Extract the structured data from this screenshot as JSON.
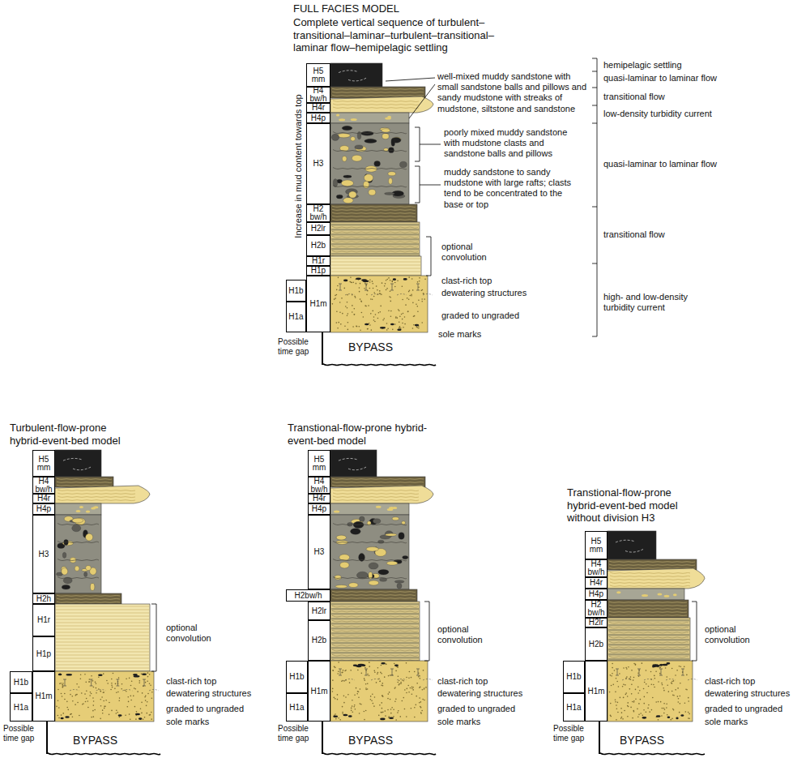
{
  "diagram": {
    "title": "FULL FACIES MODEL",
    "nodes": [
      {
        "text": [
          "H5 mm"
        ]
      },
      {
        "text": [
          "H4 bw/h"
        ]
      },
      {
        "text": [
          "H4r"
        ]
      },
      {
        "text": [
          "H4p"
        ]
      },
      {
        "text": [
          "H3"
        ]
      },
      {
        "text": [
          "H2 bw/h"
        ]
      },
      {
        "text": [
          "H2lr"
        ]
      },
      {
        "text": [
          "H2b"
        ]
      },
      {
        "text": [
          "H1r"
        ]
      },
      {
        "text": [
          "H1p"
        ]
      },
      {
        "text": [
          "H1b"
        ]
      },
      {
        "text": [
          "H1m"
        ]
      },
      {
        "text": [
          "H1a"
        ]
      },
      {
        "text": [
          "H5 mm"
        ]
      },
      {
        "text": [
          "H4 bw/h"
        ]
      },
      {
        "text": [
          "H4r"
        ]
      },
      {
        "text": [
          "H4p"
        ]
      },
      {
        "text": [
          "H3"
        ]
      },
      {
        "text": [
          "H2h"
        ]
      },
      {
        "text": [
          "H1r"
        ]
      },
      {
        "text": [
          "H1p"
        ]
      },
      {
        "text": [
          "H1b"
        ]
      },
      {
        "text": [
          "H1m"
        ]
      },
      {
        "text": [
          "H1a"
        ]
      },
      {
        "text": [
          "H5 mm"
        ]
      },
      {
        "text": [
          "H4 bw/h"
        ]
      },
      {
        "text": [
          "H4r"
        ]
      },
      {
        "text": [
          "H4p"
        ]
      },
      {
        "text": [
          "H3"
        ]
      },
      {
        "text": [
          "H2bw/h"
        ]
      },
      {
        "text": [
          "H2lr"
        ]
      },
      {
        "text": [
          "H2b"
        ]
      },
      {
        "text": [
          "H1b"
        ]
      },
      {
        "text": [
          "H1m"
        ]
      },
      {
        "text": [
          "H1a"
        ]
      },
      {
        "text": [
          "H5 mm"
        ]
      },
      {
        "text": [
          "H4 bw/h"
        ]
      },
      {
        "text": [
          "H4r"
        ]
      },
      {
        "text": [
          "H4p"
        ]
      },
      {
        "text": [
          "H2 bw/h"
        ]
      },
      {
        "text": [
          "H2lr"
        ]
      },
      {
        "text": [
          "H2b"
        ]
      },
      {
        "text": [
          "H1b"
        ]
      },
      {
        "text": [
          "H1m"
        ]
      },
      {
        "text": [
          "H1a"
        ]
      }
    ],
    "labels": [
      "Complete vertical sequence of turbulent– transitional–laminar–turbulent–transitional– laminar flow–hemipelagic settling",
      "Increase in mud content towards top",
      "well-mixed muddy sandstone with small sandstone balls and pillows and sandy mudstone with streaks of mudstone, siltstone and sandstone",
      "poorly mixed muddy sandstone with mudstone clasts and sandstone balls and pillows",
      "muddy sandstone to sandy mudstone with large rafts; clasts tend to be concentrated to the base or top",
      "optional convolution",
      "clast-rich top",
      "dewatering structures",
      "graded to ungraded",
      "sole marks",
      "BYPASS",
      "Possible time gap",
      "hemipelagic settling",
      "quasi-laminar to laminar flow",
      "transitional flow",
      "low-density turbidity current",
      "quasi-laminar to laminar flow",
      "transitional flow",
      "high- and low-density turbidity current",
      "Turbulent-flow-prone hybrid-event-bed model",
      "optional convolution",
      "clast-rich top",
      "dewatering structures",
      "graded to ungraded",
      "sole marks",
      "Possible time gap",
      "BYPASS",
      "Transtional-flow-prone hybrid-event-bed model",
      "optional convolution",
      "clast-rich top",
      "dewatering structures",
      "graded to ungraded",
      "sole marks",
      "Possible time gap",
      "BYPASS",
      "Transtional-flow-prone hybrid-event-bed model without division H3",
      "optional convolution",
      "clast-rich top",
      "dewatering structures",
      "graded to ungraded",
      "sole marks",
      "Possible time gap",
      "BYPASS"
    ]
  }
}
